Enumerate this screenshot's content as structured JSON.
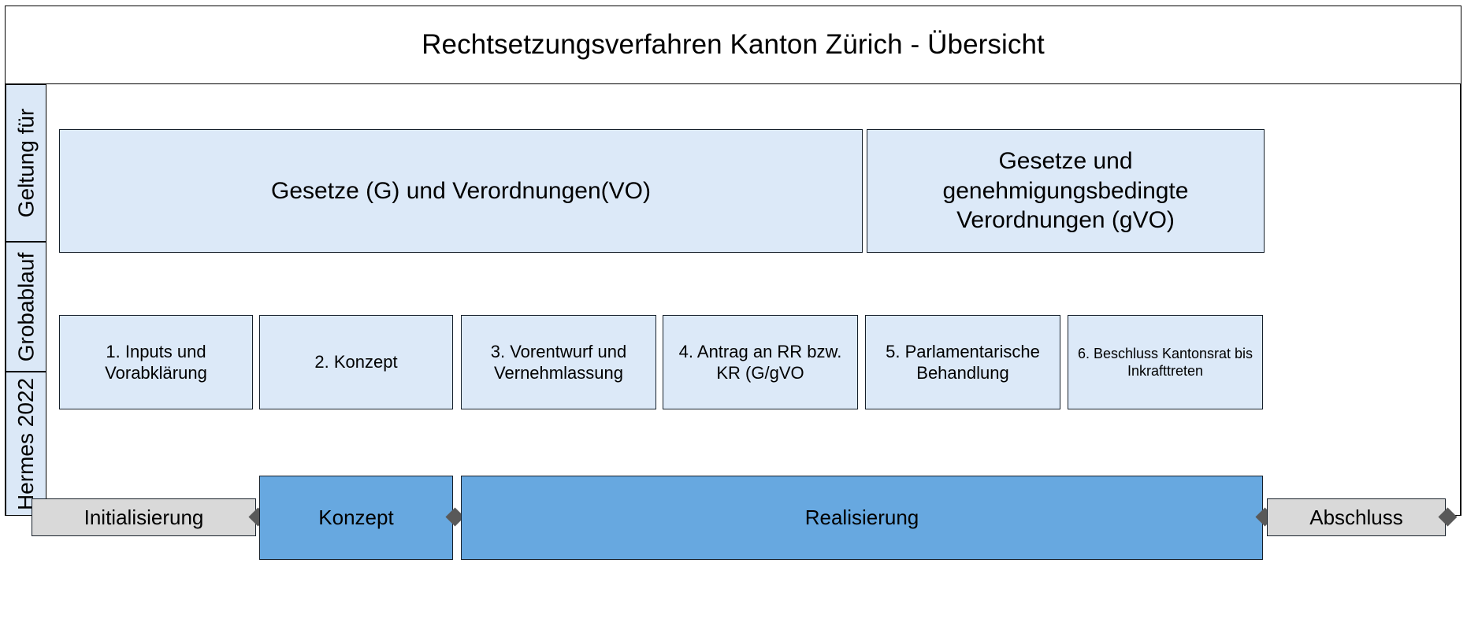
{
  "header": {
    "title": "Rechtsetzungsverfahren Kanton Zürich - Übersicht"
  },
  "categories": [
    {
      "label": "Geltung für"
    },
    {
      "label": "Grobablauf"
    },
    {
      "label": "Hermes 2022"
    }
  ],
  "scope_row": {
    "boxes": [
      {
        "label": "Gesetze (G) und Verordnungen(VO)"
      },
      {
        "label": "Gesetze und genehmigungsbedingte Verordnungen (gVO)"
      }
    ]
  },
  "process_row": {
    "steps": [
      {
        "label": "1. Inputs und Vorabklärung"
      },
      {
        "label": "2. Konzept"
      },
      {
        "label": "3. Vorentwurf und Vernehmlassung"
      },
      {
        "label": "4. Antrag an RR bzw. KR (G/gVO"
      },
      {
        "label": "5. Parlamentarische Behandlung"
      },
      {
        "label": "6. Beschluss Kantonsrat bis Inkrafttreten"
      }
    ]
  },
  "hermes_row": {
    "phases": [
      {
        "label": "Initialisierung",
        "style": "gray"
      },
      {
        "label": "Konzept",
        "style": "blue"
      },
      {
        "label": "Realisierung",
        "style": "blue"
      },
      {
        "label": "Abschluss",
        "style": "gray"
      }
    ],
    "milestone_count": 4
  },
  "colors": {
    "light_blue": "#dce9f8",
    "category_blue": "#dbe8f7",
    "phase_blue": "#67a8e0",
    "phase_gray": "#d9d9d9",
    "milestone_gray": "#595959",
    "border": "#16202b"
  }
}
